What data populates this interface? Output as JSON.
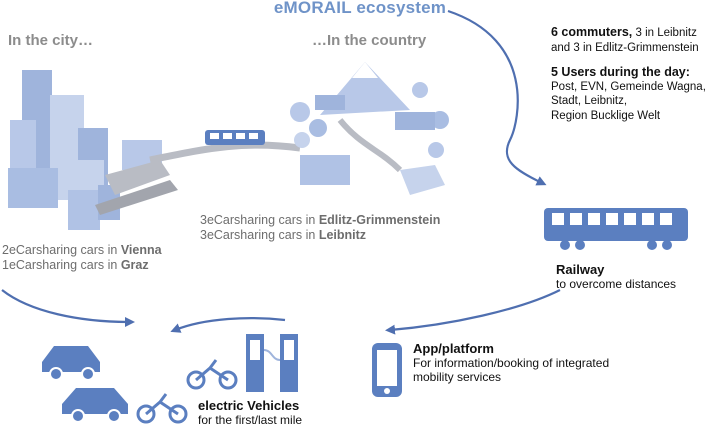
{
  "title": "eMORAIL ecosystem",
  "city": {
    "heading": "In the city…",
    "caption_line1_prefix": "2eCarsharing cars in ",
    "caption_line1_place": "Vienna",
    "caption_line2_prefix": "1eCarsharing cars in ",
    "caption_line2_place": "Graz"
  },
  "country": {
    "heading": "…In the country",
    "caption_line1_prefix": "3eCarsharing cars in ",
    "caption_line1_place": "Edlitz-Grimmenstein",
    "caption_line2_prefix": "3eCarsharing cars in ",
    "caption_line2_place": "Leibnitz"
  },
  "commuters": {
    "count": "6 commuters,",
    "line1_rest": " 3 in Leibnitz",
    "line2": "and 3 in Edlitz-Grimmenstein"
  },
  "users": {
    "heading": "5 Users during the day:",
    "line1": "Post, EVN, Gemeinde Wagna,",
    "line2": "Stadt, Leibnitz,",
    "line3": "Region Bucklige Welt"
  },
  "railway": {
    "heading": "Railway",
    "sub": "to overcome distances"
  },
  "app": {
    "heading": "App/platform",
    "line1": "For information/booking of integrated",
    "line2": "mobility services"
  },
  "ev": {
    "heading": "electric Vehicles",
    "sub": "for the first/last mile"
  },
  "colors": {
    "accent": "#6f93c8",
    "icon": "#5b7fc0",
    "building_light": "#c6d3ec",
    "building_mid": "#9fb4dc",
    "road": "#b9bcc4",
    "cycle_arrow": "#4f6fb0"
  }
}
